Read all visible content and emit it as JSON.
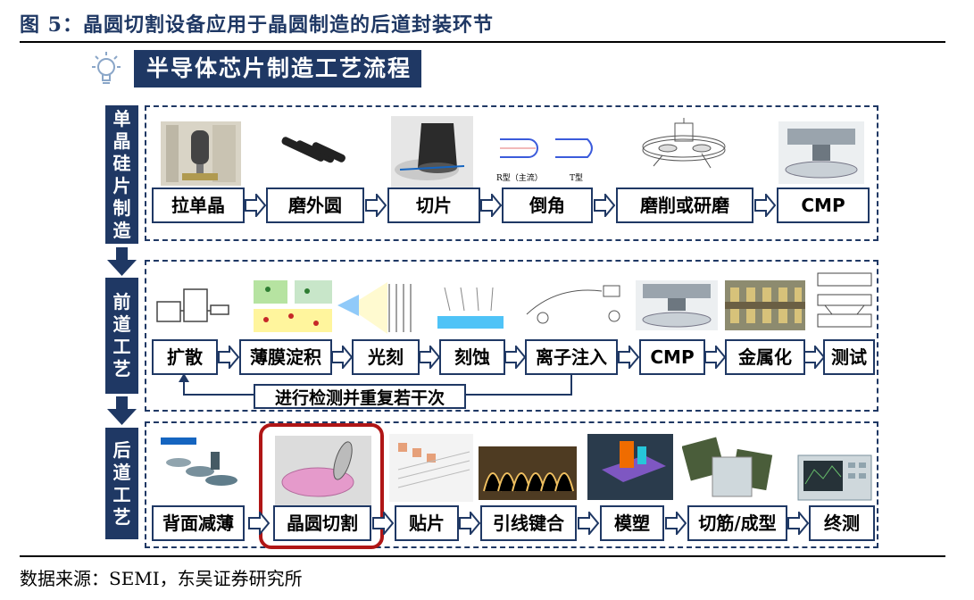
{
  "figure_title": "图 5：晶圆切割设备应用于晶圆制造的后道封装环节",
  "banner": "半导体芯片制造工艺流程",
  "source": "数据来源：SEMI，东吴证券研究所",
  "stages": {
    "s1": {
      "label": [
        "单",
        "晶",
        "硅",
        "片",
        "制",
        "造"
      ]
    },
    "s2": {
      "label": [
        "前",
        "道",
        "工",
        "艺"
      ]
    },
    "s3": {
      "label": [
        "后",
        "道",
        "工",
        "艺"
      ]
    }
  },
  "row1": [
    "拉单晶",
    "磨外圆",
    "切片",
    "倒角",
    "磨削或研磨",
    "CMP"
  ],
  "row2": [
    "扩散",
    "薄膜淀积",
    "光刻",
    "刻蚀",
    "离子注入",
    "CMP",
    "金属化",
    "测试"
  ],
  "row3": [
    "背面减薄",
    "晶圆切割",
    "贴片",
    "引线键合",
    "模塑",
    "切筋/成型",
    "终测"
  ],
  "loop_label": "进行检测并重复若干次",
  "chamfer_labels": {
    "r": "R型（主流）",
    "t": "T型"
  },
  "colors": {
    "navy": "#1f3864",
    "highlight": "#b01616"
  }
}
